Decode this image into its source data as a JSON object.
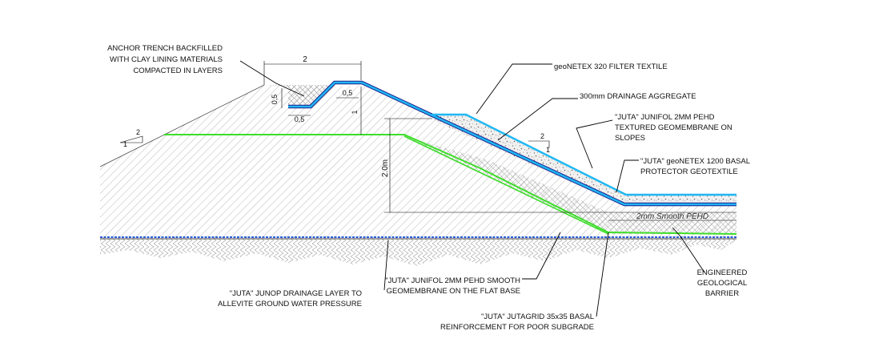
{
  "colors": {
    "geomembrane_blue": "#1fb7f2",
    "geotextile_dark": "#1b1b8c",
    "green_line": "#3dde2a",
    "drain_blue": "#2a5bd7",
    "hatch": "#9a9a9a",
    "ink": "#000000"
  },
  "labels": {
    "anchor_trench": [
      "ANCHOR TRENCH BACKFILLED",
      "WITH CLAY LINING MATERIALS",
      "COMPACTED IN LAYERS"
    ],
    "filter_textile": [
      "geoNETEX 320 FILTER TEXTILE"
    ],
    "drainage_aggregate": [
      "300mm DRAINAGE AGGREGATE"
    ],
    "junifol_textured": [
      "\"JUTA\" JUNIFOL 2MM PEHD",
      "TEXTURED GEOMEMBRANE ON",
      "SLOPES"
    ],
    "basal_protector": [
      "\"JUTA\" geoNETEX 1200 BASAL",
      "PROTECTOR GEOTEXTILE"
    ],
    "engineered_barrier": [
      "ENGINEERED",
      "GEOLOGICAL",
      "BARRIER"
    ],
    "junop_drainage": [
      "\"JUTA\" JUNOP DRAINAGE LAYER TO",
      "ALLEVITE GROUND WATER PRESSURE"
    ],
    "junifol_smooth": [
      "\"JUTA\" JUNIFOL 2MM PEHD SMOOTH",
      "GEOMEMBRANE ON THE FLAT BASE"
    ],
    "jutagrid": [
      "\"JUTA\" JUTAGRID 35x35 BASAL",
      "REINFORCEMENT FOR POOR SUBGRADE"
    ]
  },
  "dimensions": {
    "top_width": "2",
    "trench_depth": "0,5",
    "trench_base": "0,5",
    "trench_side": "0,5",
    "crest_step": "1",
    "height": "2.0m",
    "smooth_pehd": "2mm Smooth PEHD"
  },
  "slopes": {
    "left": {
      "rise": "2",
      "run": "1"
    },
    "right": {
      "rise": "2",
      "run": "1"
    }
  }
}
